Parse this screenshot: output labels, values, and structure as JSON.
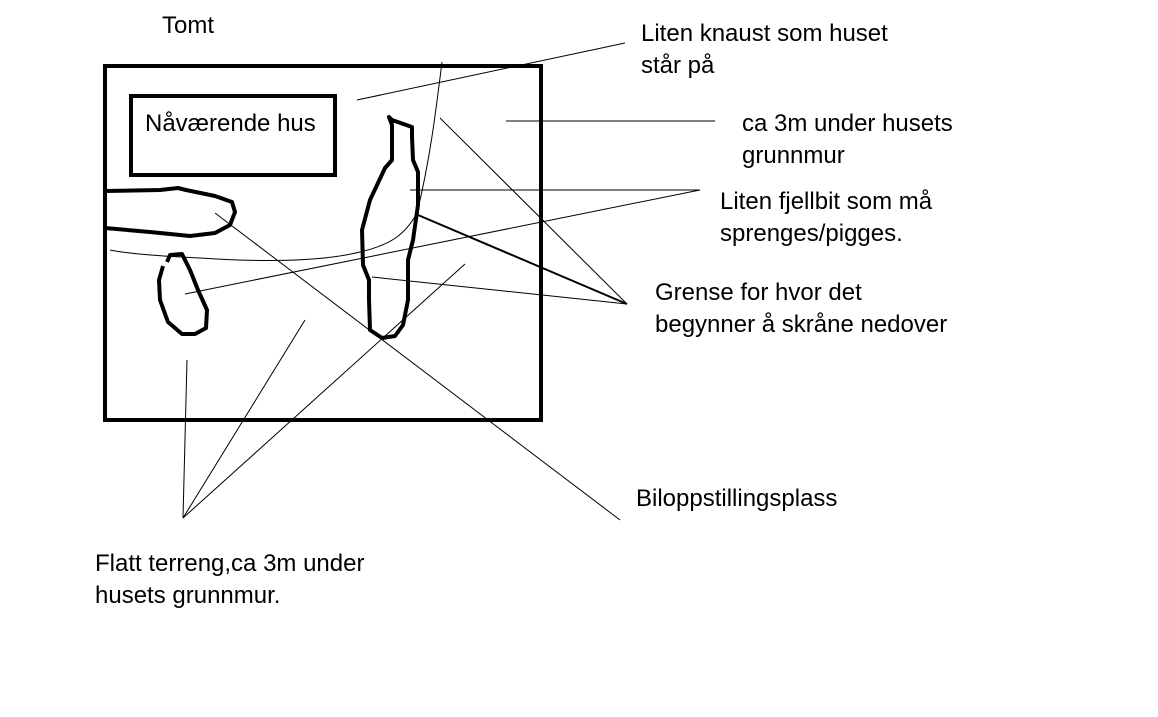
{
  "title": "Tomt",
  "house_label": "Nåværende hus",
  "annotations": {
    "knaust": [
      "Liten knaust som huset",
      "står på"
    ],
    "under": [
      "ca 3m under husets",
      "grunnmur"
    ],
    "fjellbit": [
      "Liten fjellbit som må",
      "sprenges/pigges."
    ],
    "grense": [
      "Grense for hvor det",
      "begynner å skråne nedover"
    ],
    "bil": "Biloppstillingsplass",
    "flatt": [
      "Flatt terreng,ca 3m under",
      "husets grunnmur."
    ]
  }
}
